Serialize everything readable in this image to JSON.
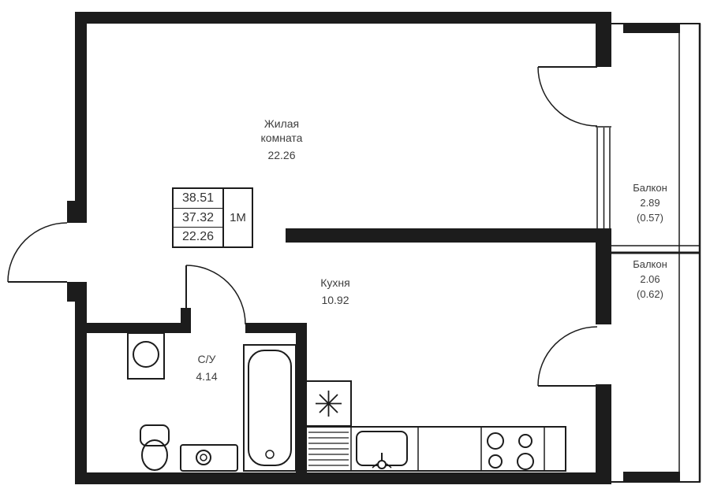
{
  "rooms": {
    "living": {
      "name": "Жилая комната",
      "area": "22.26"
    },
    "kitchen": {
      "name": "Кухня",
      "area": "10.92"
    },
    "bathroom": {
      "name": "С/У",
      "area": "4.14"
    },
    "balcony_top": {
      "name": "Балкон",
      "area": "2.89",
      "coeff": "(0.57)"
    },
    "balcony_bottom": {
      "name": "Балкон",
      "area": "2.06",
      "coeff": "(0.62)"
    }
  },
  "info_box": {
    "total_with_balcony": "38.51",
    "total": "37.32",
    "living": "22.26",
    "unit_type": "1М"
  },
  "colors": {
    "walls": "#1c1c1c",
    "text": "#3e3e3e",
    "background": "#ffffff"
  }
}
